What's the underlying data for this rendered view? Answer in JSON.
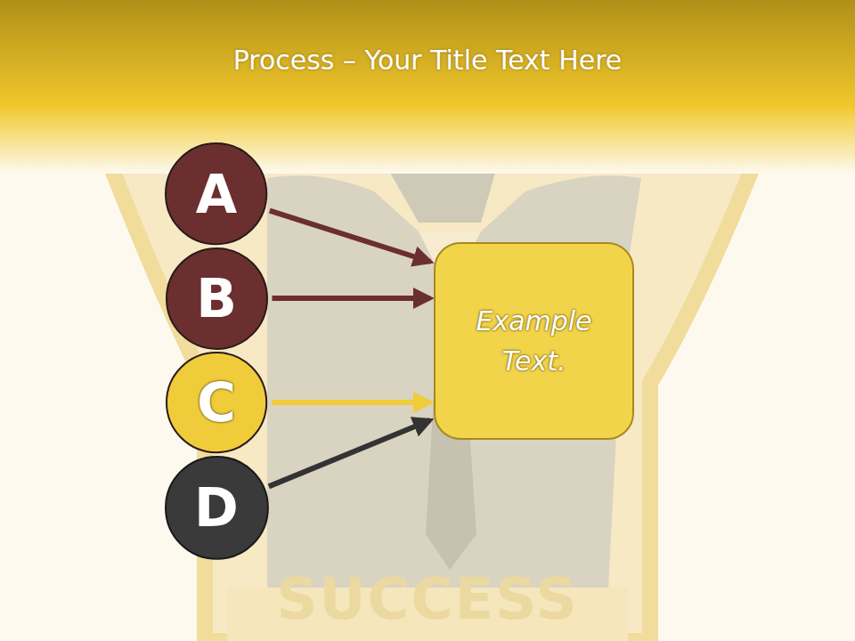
{
  "diagram": {
    "title": "Process – Your Title Text Here",
    "nodes": [
      {
        "text": [
          "A"
        ]
      },
      {
        "text": [
          "B"
        ]
      },
      {
        "text": [
          "C"
        ]
      },
      {
        "text": [
          "D"
        ]
      },
      {
        "text": [
          "Example Text."
        ]
      }
    ],
    "edges": [
      {
        "from": 0,
        "to": 4,
        "arrow": "to"
      },
      {
        "from": 1,
        "to": 4,
        "arrow": "to"
      },
      {
        "from": 2,
        "to": 4,
        "arrow": "to"
      },
      {
        "from": 3,
        "to": 4,
        "arrow": "to"
      }
    ],
    "labels": [
      "SUCCESS"
    ]
  }
}
